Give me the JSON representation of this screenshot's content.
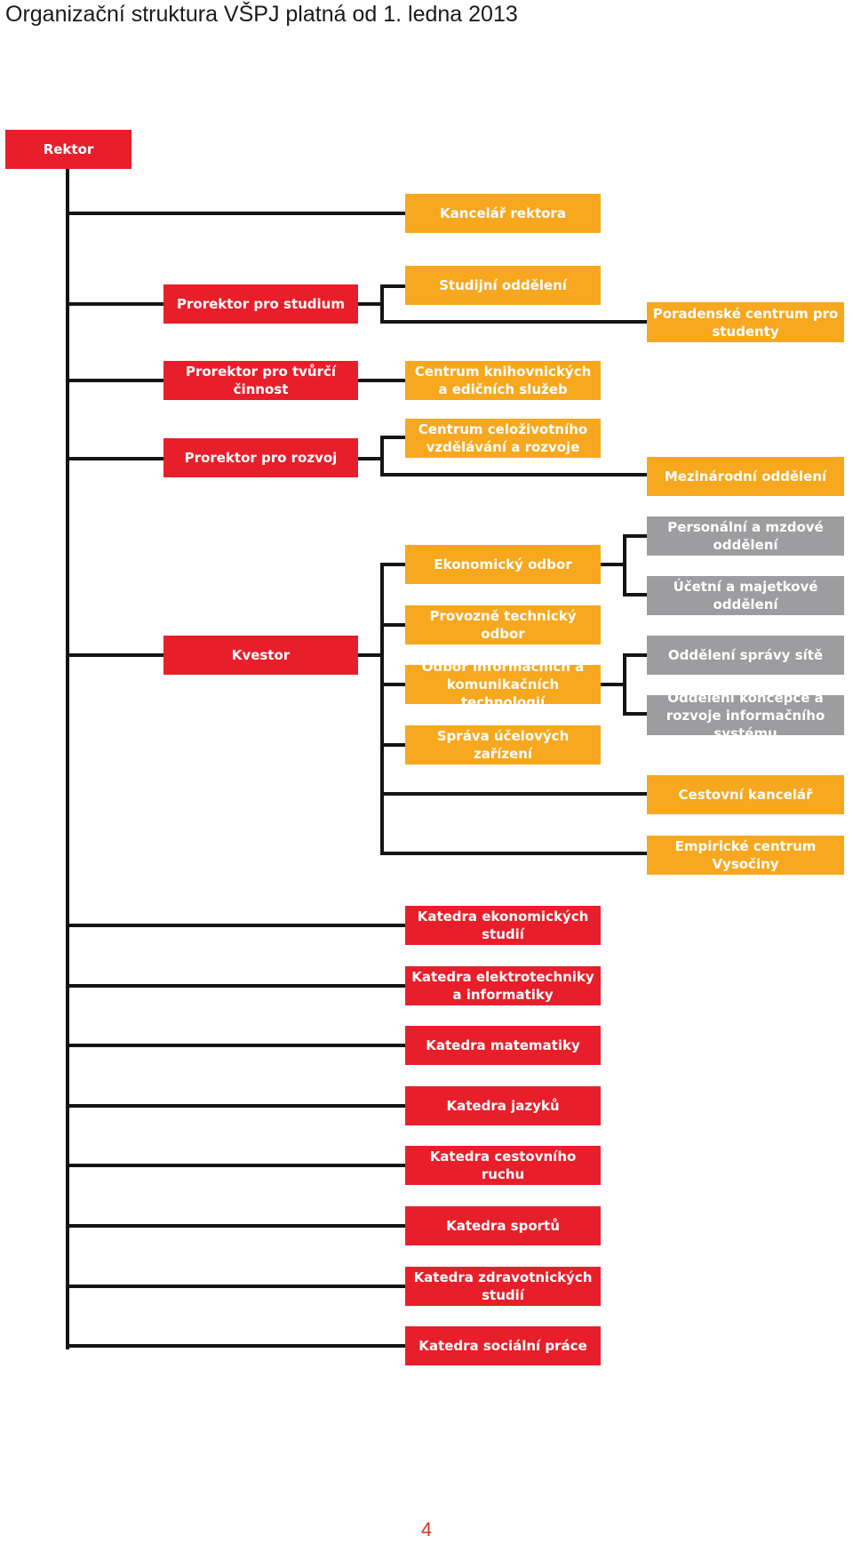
{
  "title": "Organizační struktura VŠPJ platná od 1. ledna 2013",
  "page_number": "4",
  "colors": {
    "red": "#e81f2b",
    "orange": "#f7a81f",
    "gray": "#9d9c9f",
    "line": "#141414"
  },
  "nodes": {
    "rektor": "Rektor",
    "kancelar_rektora": "Kancelář rektora",
    "prorektor_studium": "Prorektor pro studium",
    "studijni_oddeleni": "Studijní oddělení",
    "poradenske_centrum": "Poradenské centrum pro studenty",
    "prorektor_tvurci": "Prorektor pro tvůrčí činnost",
    "centrum_knihovnickych": "Centrum knihovnických a edičních služeb",
    "prorektor_rozvoj": "Prorektor pro rozvoj",
    "centrum_celozivotniho": "Centrum celoživotního vzdělávání a rozvoje",
    "mezinarodni_oddeleni": "Mezinárodní oddělení",
    "personalni": "Personální a mzdové oddělení",
    "ekonomicky_odbor": "Ekonomický odbor",
    "ucetni": "Účetní a majetkové oddělení",
    "provozne_technicky": "Provozně technický odbor",
    "kvestor": "Kvestor",
    "oddeleni_spravy_site": "Oddělení správy sítě",
    "odbor_informacnich": "Odbor informačních a komunikačních technologií",
    "oddeleni_koncepce": "Oddělení koncepce a rozvoje informačního systému",
    "sprava_ucelovych": "Správa účelových zařízení",
    "cestovni_kancelar": "Cestovní kancelář",
    "empiricke_centrum": "Empirické centrum Vysočiny",
    "katedra_ekonomickych": "Katedra ekonomických studií",
    "katedra_elektrotechniky": "Katedra elektrotechniky a informatiky",
    "katedra_matematiky": "Katedra matematiky",
    "katedra_jazyku": "Katedra jazyků",
    "katedra_cestovniho": "Katedra cestovního ruchu",
    "katedra_sportu": "Katedra sportů",
    "katedra_zdravotnickych": "Katedra zdravotnických studií",
    "katedra_socialni": "Katedra sociální práce"
  }
}
